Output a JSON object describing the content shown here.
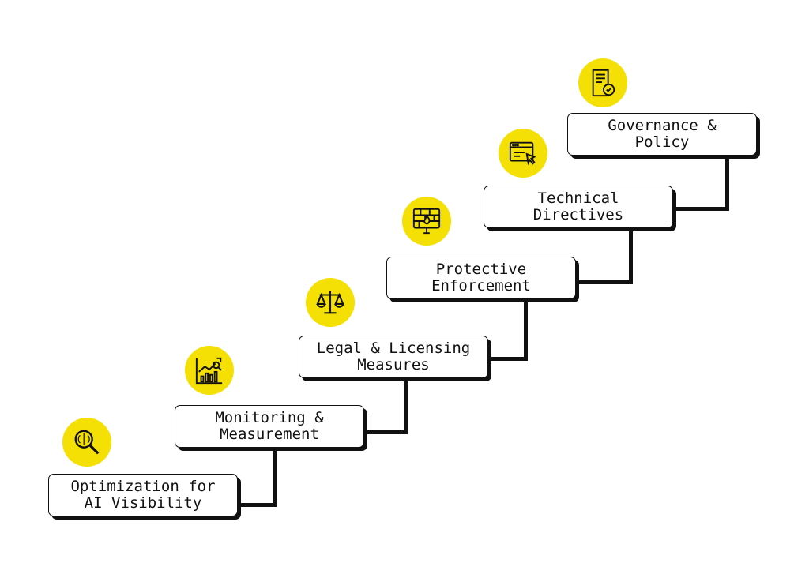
{
  "steps": [
    {
      "label_line1": "Optimization for",
      "label_line2": "AI Visibility",
      "icon": "brain-search-icon"
    },
    {
      "label_line1": "Monitoring &",
      "label_line2": "Measurement",
      "icon": "chart-analytics-icon"
    },
    {
      "label_line1": "Legal & Licensing",
      "label_line2": "Measures",
      "icon": "scales-icon"
    },
    {
      "label_line1": "Protective",
      "label_line2": "Enforcement",
      "icon": "firewall-monitor-icon"
    },
    {
      "label_line1": "Technical",
      "label_line2": "Directives",
      "icon": "browser-cursor-icon"
    },
    {
      "label_line1": "Governance &",
      "label_line2": "Policy",
      "icon": "document-check-icon"
    }
  ],
  "colors": {
    "accent": "#f4e004",
    "ink": "#111111"
  }
}
